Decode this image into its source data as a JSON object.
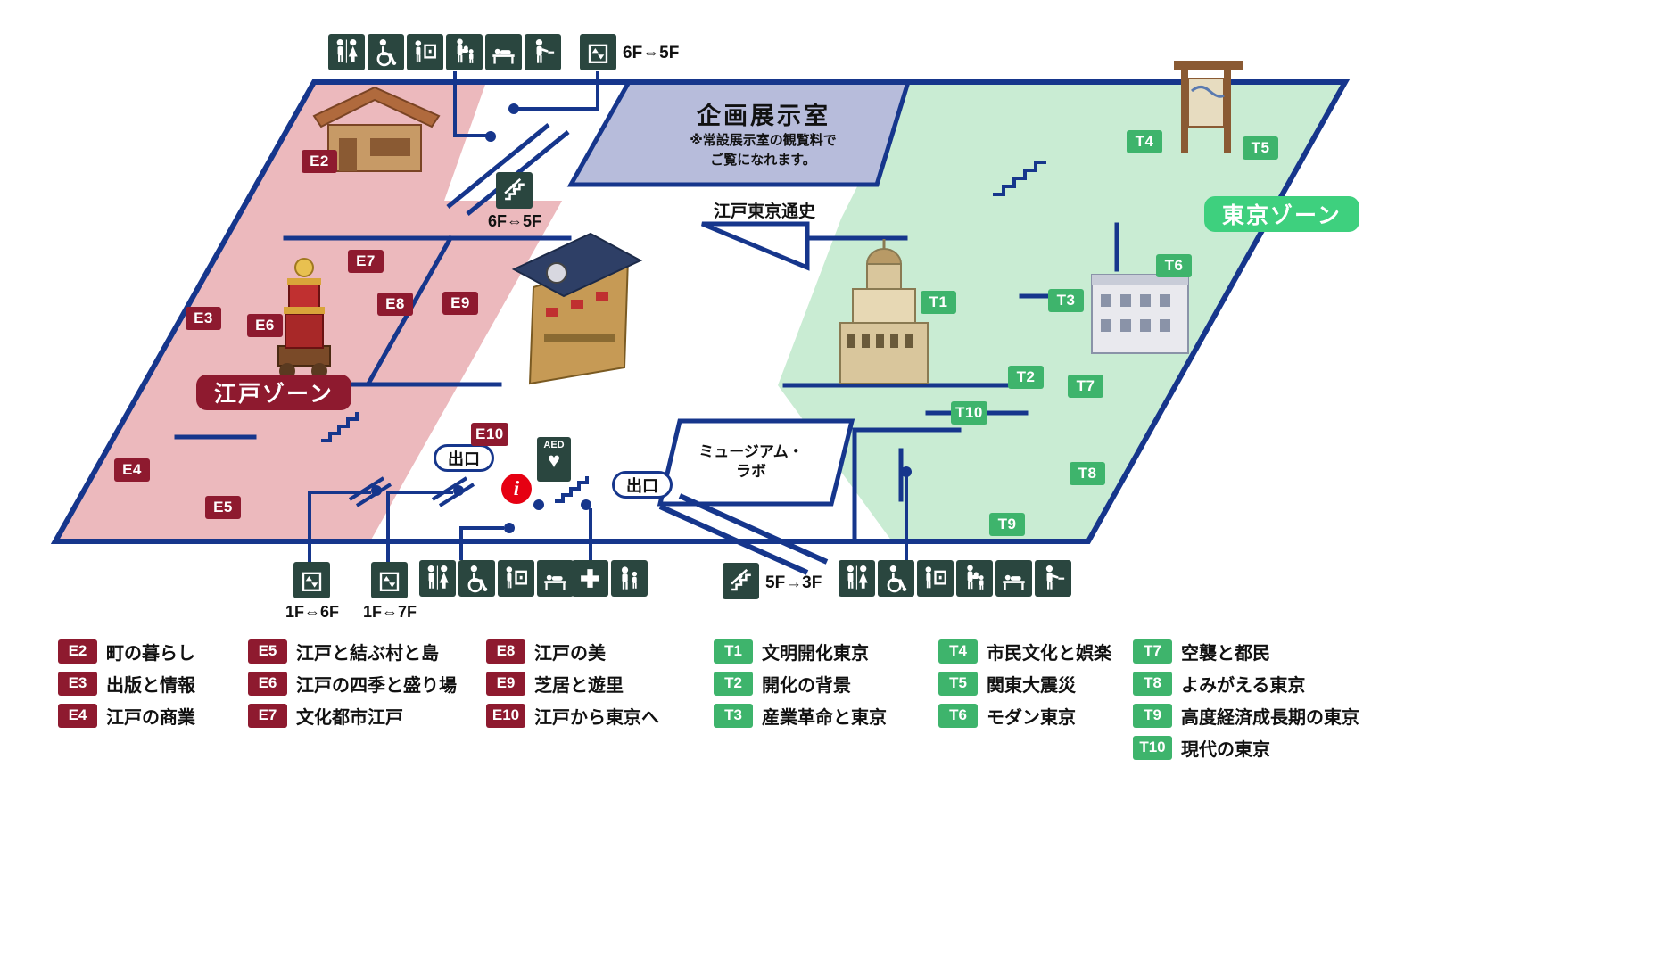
{
  "map": {
    "special_room": {
      "title": "企画展示室",
      "note1": "※常設展示室の観覧料で",
      "note2": "ご覧になれます。"
    },
    "edo_zone_label": "江戸ゾーン",
    "tokyo_zone_label": "東京ゾーン",
    "history_label": "江戸東京通史",
    "museum_lab_line1": "ミュージアム・",
    "museum_lab_line2": "ラボ",
    "exit_label": "出口",
    "aed_label": "AED",
    "info_label": "i",
    "transport": {
      "elevator_top": "6F⇔5F",
      "escalator_mid": "6F⇔5F",
      "escalator_down": "5F→3F",
      "elevator_left": "1F⇔6F",
      "elevator_right": "1F⇔7F"
    },
    "floor_badges_edo": [
      "E2",
      "E3",
      "E4",
      "E5",
      "E6",
      "E7",
      "E8",
      "E9",
      "E10"
    ],
    "floor_badges_tokyo": [
      "T1",
      "T2",
      "T3",
      "T4",
      "T5",
      "T6",
      "T7",
      "T8",
      "T9",
      "T10"
    ]
  },
  "legend_edo": [
    {
      "id": "E2",
      "label": "町の暮らし"
    },
    {
      "id": "E3",
      "label": "出版と情報"
    },
    {
      "id": "E4",
      "label": "江戸の商業"
    },
    {
      "id": "E5",
      "label": "江戸と結ぶ村と島"
    },
    {
      "id": "E6",
      "label": "江戸の四季と盛り場"
    },
    {
      "id": "E7",
      "label": "文化都市江戸"
    },
    {
      "id": "E8",
      "label": "江戸の美"
    },
    {
      "id": "E9",
      "label": "芝居と遊里"
    },
    {
      "id": "E10",
      "label": "江戸から東京へ"
    }
  ],
  "legend_tokyo": [
    {
      "id": "T1",
      "label": "文明開化東京"
    },
    {
      "id": "T2",
      "label": "開化の背景"
    },
    {
      "id": "T3",
      "label": "産業革命と東京"
    },
    {
      "id": "T4",
      "label": "市民文化と娯楽"
    },
    {
      "id": "T5",
      "label": "関東大震災"
    },
    {
      "id": "T6",
      "label": "モダン東京"
    },
    {
      "id": "T7",
      "label": "空襲と都民"
    },
    {
      "id": "T8",
      "label": "よみがえる東京"
    },
    {
      "id": "T9",
      "label": "高度経済成長期の東京"
    },
    {
      "id": "T10",
      "label": "現代の東京"
    }
  ],
  "icons": {
    "top_strip": [
      "restroom",
      "wheelchair",
      "coin-locker",
      "nursing-room",
      "baby-changing",
      "smoking-area"
    ],
    "bottom_left_strip": [
      "restroom",
      "wheelchair",
      "coin-locker",
      "baby-changing"
    ],
    "aid_strip": [
      "first-aid",
      "family"
    ],
    "bottom_right_strip": [
      "restroom",
      "wheelchair",
      "coin-locker",
      "nursing-room",
      "baby-changing",
      "smoking-area"
    ],
    "info": "information-circle",
    "aed_heart": "♥"
  },
  "colors": {
    "edo_zone_fill": "#ecb9bd",
    "tokyo_zone_fill": "#c9ecd3",
    "special_room_fill": "#b7bcdb",
    "wall": "#16368c",
    "edo_badge": "#8e1a2f",
    "tokyo_badge": "#3eb46c",
    "tokyo_pill": "#3ed07e",
    "facility_icon_bg": "#2a463f",
    "info_red": "#e60012"
  }
}
